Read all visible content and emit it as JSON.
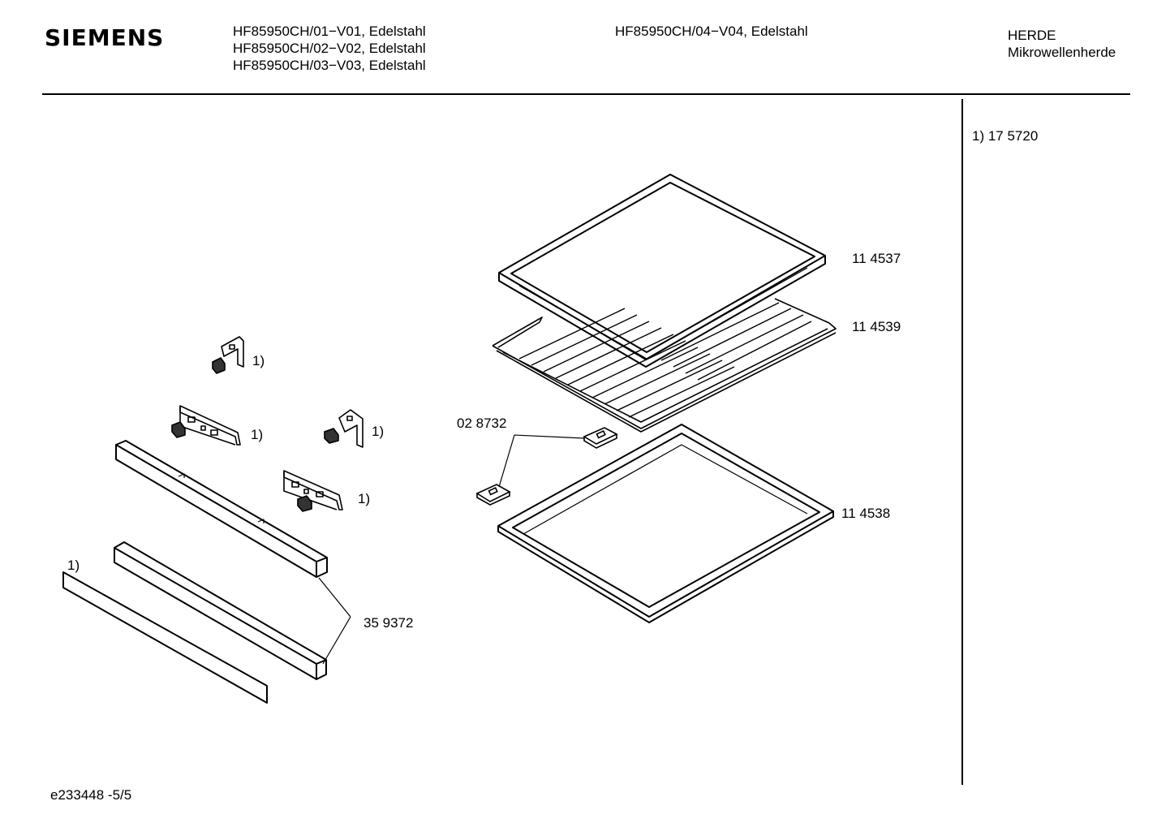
{
  "header": {
    "brand": "SIEMENS",
    "models_col1": [
      "HF85950CH/01−V01, Edelstahl",
      "HF85950CH/02−V02, Edelstahl",
      "HF85950CH/03−V03, Edelstahl"
    ],
    "models_col2": [
      "HF85950CH/04−V04, Edelstahl"
    ],
    "category": "HERDE",
    "subcategory": "Mikrowellenherde"
  },
  "sidebar": {
    "note": "1)  17 5720"
  },
  "parts": {
    "baking_tray": "11 4537",
    "grill_rack": "11 4539",
    "deep_tray": "11 4538",
    "clip": "02 8732",
    "trim_strip": "35 9372",
    "note_ref": "1)"
  },
  "footer": {
    "doc_id": "e233448 -5/5"
  },
  "colors": {
    "line": "#000000",
    "background": "#ffffff"
  }
}
